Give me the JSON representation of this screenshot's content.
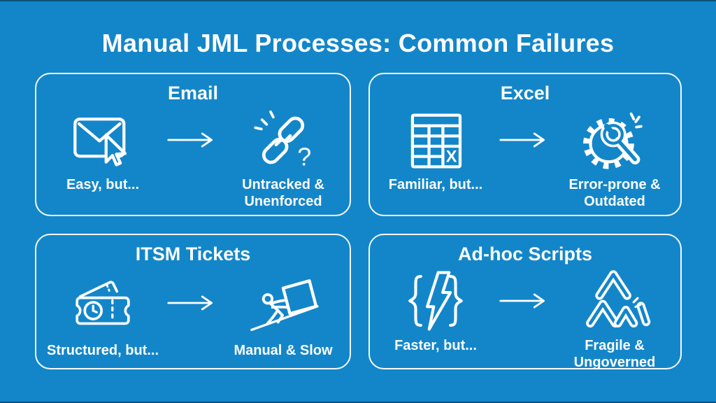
{
  "page": {
    "title": "Manual JML Processes: Common Failures"
  },
  "colors": {
    "background": "#1386c9",
    "line": "#ffffff",
    "text": "#ffffff"
  },
  "arrow_icon": "right-arrow-icon",
  "panels": [
    {
      "title": "Email",
      "left_icon": "email-cursor-icon",
      "right_icon": "broken-link-icon",
      "left_label": "Easy, but...",
      "right_label": "Untracked & Unenforced"
    },
    {
      "title": "Excel",
      "left_icon": "spreadsheet-icon",
      "right_icon": "gear-wrench-icon",
      "left_label": "Familiar, but...",
      "right_label": "Error-prone & Outdated"
    },
    {
      "title": "ITSM Tickets",
      "left_icon": "tickets-icon",
      "right_icon": "pushing-block-uphill-icon",
      "left_label": "Structured, but...",
      "right_label": "Manual & Slow"
    },
    {
      "title": "Ad-hoc Scripts",
      "left_icon": "code-lightning-icon",
      "right_icon": "fragile-structure-icon",
      "left_label": "Faster, but...",
      "right_label": "Fragile & Ungoverned"
    }
  ]
}
